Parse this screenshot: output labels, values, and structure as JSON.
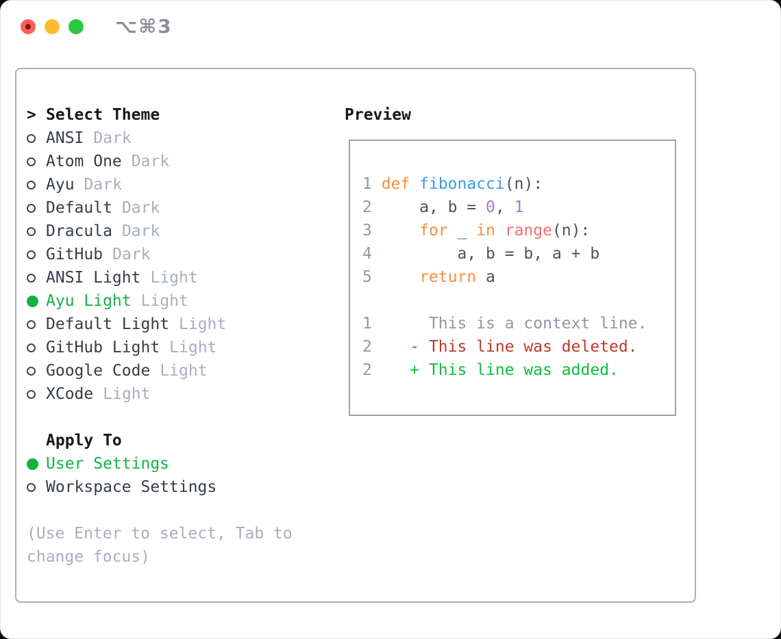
{
  "window": {
    "shortcut": "⌥⌘3",
    "traffic_lights": [
      "close",
      "minimize",
      "zoom"
    ]
  },
  "theme_picker": {
    "prompt": ">",
    "title": "Select Theme",
    "items": [
      {
        "name": "ANSI",
        "variant": "Dark",
        "selected": false
      },
      {
        "name": "Atom One",
        "variant": "Dark",
        "selected": false
      },
      {
        "name": "Ayu",
        "variant": "Dark",
        "selected": false
      },
      {
        "name": "Default",
        "variant": "Dark",
        "selected": false
      },
      {
        "name": "Dracula",
        "variant": "Dark",
        "selected": false
      },
      {
        "name": "GitHub",
        "variant": "Dark",
        "selected": false
      },
      {
        "name": "ANSI Light",
        "variant": "Light",
        "selected": false
      },
      {
        "name": "Ayu Light",
        "variant": "Light",
        "selected": true
      },
      {
        "name": "Default Light",
        "variant": "Light",
        "selected": false
      },
      {
        "name": "GitHub Light",
        "variant": "Light",
        "selected": false
      },
      {
        "name": "Google Code",
        "variant": "Light",
        "selected": false
      },
      {
        "name": "XCode",
        "variant": "Light",
        "selected": false
      }
    ],
    "apply_to": {
      "title": "Apply To",
      "options": [
        {
          "label": "User Settings",
          "selected": true
        },
        {
          "label": "Workspace Settings",
          "selected": false
        }
      ]
    },
    "help_lines": [
      "(Use Enter to select, Tab to",
      "change focus)"
    ]
  },
  "preview": {
    "title": "Preview",
    "lines": [
      {
        "num": "1",
        "segments": [
          [
            " ",
            "fg"
          ],
          [
            "def",
            "kw"
          ],
          [
            " ",
            "fg"
          ],
          [
            "fibonacci",
            "fn"
          ],
          [
            "(n):",
            "fg"
          ]
        ]
      },
      {
        "num": "2",
        "segments": [
          [
            "     a, b = ",
            "fg"
          ],
          [
            "0",
            "num"
          ],
          [
            ", ",
            "fg"
          ],
          [
            "1",
            "num"
          ]
        ]
      },
      {
        "num": "3",
        "segments": [
          [
            "     ",
            "fg"
          ],
          [
            "for",
            "kw"
          ],
          [
            " _ ",
            "fg"
          ],
          [
            "in",
            "kw"
          ],
          [
            " ",
            "fg"
          ],
          [
            "range",
            "sp"
          ],
          [
            "(n):",
            "fg"
          ]
        ]
      },
      {
        "num": "4",
        "segments": [
          [
            "         a, b = b, a + b",
            "fg"
          ]
        ]
      },
      {
        "num": "5",
        "segments": [
          [
            "     ",
            "fg"
          ],
          [
            "return",
            "kw"
          ],
          [
            " a",
            "fg"
          ]
        ]
      },
      {
        "num": "",
        "segments": []
      },
      {
        "num": "1",
        "segments": [
          [
            "      This is a context line.",
            "ctx"
          ]
        ]
      },
      {
        "num": "2",
        "segments": [
          [
            "    - This line was deleted.",
            "del"
          ]
        ]
      },
      {
        "num": "2",
        "segments": [
          [
            "    + This line was added.",
            "add"
          ]
        ]
      }
    ]
  },
  "colors": {
    "keyword_orange": "#fa8d3e",
    "function_blue": "#399ee6",
    "number_purple": "#a37acc",
    "builtin_pink": "#f07171",
    "code_foreground": "#4d535b",
    "gutter_gray": "#8f98a3",
    "muted_gray": "#a7afbc",
    "item_dark": "#363d46",
    "selected_green": "#13b341",
    "added_green": "#0cc03c",
    "deleted_red": "#bd3a26",
    "traffic_red": "#ff5f57",
    "traffic_yellow": "#febc2e",
    "traffic_green": "#28c840"
  }
}
